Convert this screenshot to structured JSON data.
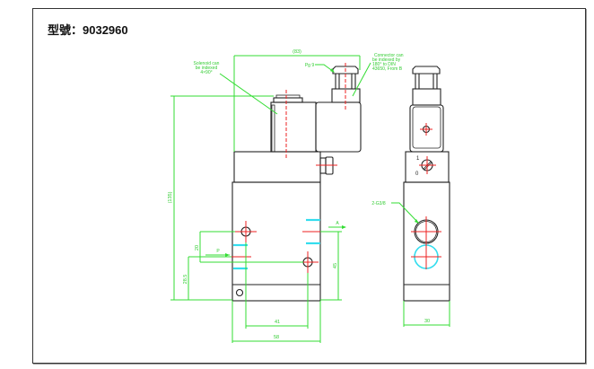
{
  "title": "型號：9032960",
  "drawing": {
    "annotations": {
      "solenoid": [
        "Solenoid can",
        "be indexed",
        "4×90°"
      ],
      "connector": [
        "Connector can",
        "be indexed by",
        "180° to DIN",
        "43650, From B"
      ],
      "pg": "Pg 9",
      "port_thread": "2-G3/8"
    },
    "dimensions": {
      "top_width": "(83)",
      "total_height": "(135)",
      "port_spacing_vertical": "20",
      "port_p_height": "28.5",
      "port_a_height": "45",
      "port_spacing_horizontal": "41",
      "body_width": "58",
      "side_width": "30"
    },
    "port_labels": {
      "a": "A",
      "p": "P"
    },
    "switch_labels": {
      "on": "1",
      "off": "0"
    }
  },
  "colors": {
    "outline": "#222222",
    "dimension": "#33dd33",
    "centerline": "#ee2222",
    "hidden_port": "#33ddee"
  }
}
